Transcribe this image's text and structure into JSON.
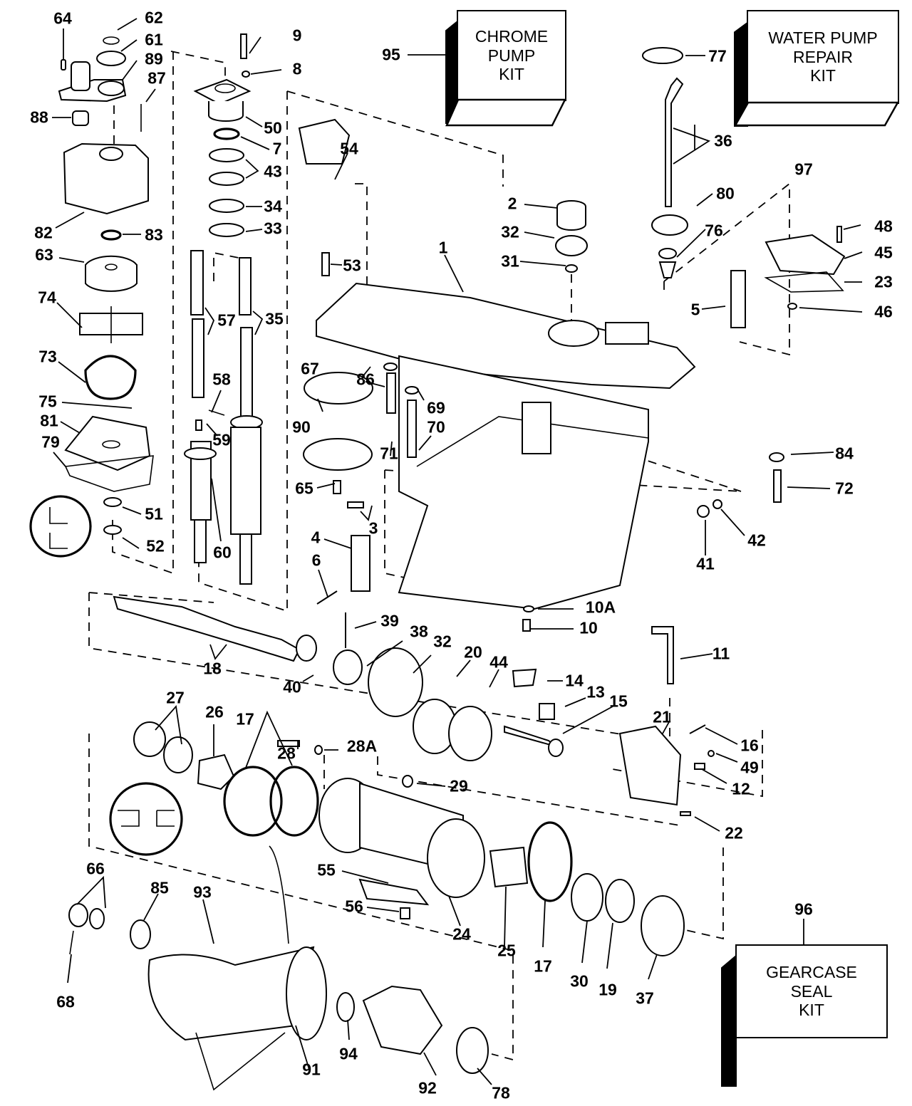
{
  "diagram": {
    "title": "Gearcase exploded parts diagram",
    "kits": [
      {
        "id": "chrome-pump-kit",
        "ref": "95",
        "lines": [
          "CHROME",
          "PUMP",
          "KIT"
        ]
      },
      {
        "id": "water-pump-repair-kit",
        "ref": "97",
        "lines": [
          "WATER PUMP",
          "REPAIR",
          "KIT"
        ]
      },
      {
        "id": "gearcase-seal-kit",
        "ref": "96",
        "lines": [
          "GEARCASE",
          "SEAL",
          "KIT"
        ]
      }
    ],
    "callouts": [
      {
        "id": "64",
        "label": "64"
      },
      {
        "id": "62",
        "label": "62"
      },
      {
        "id": "61",
        "label": "61"
      },
      {
        "id": "89",
        "label": "89"
      },
      {
        "id": "87",
        "label": "87"
      },
      {
        "id": "88",
        "label": "88"
      },
      {
        "id": "82",
        "label": "82"
      },
      {
        "id": "83",
        "label": "83"
      },
      {
        "id": "63",
        "label": "63"
      },
      {
        "id": "74",
        "label": "74"
      },
      {
        "id": "73",
        "label": "73"
      },
      {
        "id": "75",
        "label": "75"
      },
      {
        "id": "81",
        "label": "81"
      },
      {
        "id": "79",
        "label": "79"
      },
      {
        "id": "51",
        "label": "51"
      },
      {
        "id": "52",
        "label": "52"
      },
      {
        "id": "9",
        "label": "9"
      },
      {
        "id": "8",
        "label": "8"
      },
      {
        "id": "50",
        "label": "50"
      },
      {
        "id": "7",
        "label": "7"
      },
      {
        "id": "43",
        "label": "43"
      },
      {
        "id": "34",
        "label": "34"
      },
      {
        "id": "33",
        "label": "33"
      },
      {
        "id": "57",
        "label": "57"
      },
      {
        "id": "35",
        "label": "35"
      },
      {
        "id": "58",
        "label": "58"
      },
      {
        "id": "59",
        "label": "59"
      },
      {
        "id": "60",
        "label": "60"
      },
      {
        "id": "54",
        "label": "54"
      },
      {
        "id": "53",
        "label": "53"
      },
      {
        "id": "1",
        "label": "1"
      },
      {
        "id": "2",
        "label": "2"
      },
      {
        "id": "32a",
        "label": "32"
      },
      {
        "id": "31",
        "label": "31"
      },
      {
        "id": "77",
        "label": "77"
      },
      {
        "id": "36",
        "label": "36"
      },
      {
        "id": "80",
        "label": "80"
      },
      {
        "id": "76",
        "label": "76"
      },
      {
        "id": "48",
        "label": "48"
      },
      {
        "id": "45",
        "label": "45"
      },
      {
        "id": "23",
        "label": "23"
      },
      {
        "id": "46",
        "label": "46"
      },
      {
        "id": "5",
        "label": "5"
      },
      {
        "id": "67",
        "label": "67"
      },
      {
        "id": "86",
        "label": "86"
      },
      {
        "id": "69",
        "label": "69"
      },
      {
        "id": "90",
        "label": "90"
      },
      {
        "id": "70",
        "label": "70"
      },
      {
        "id": "71",
        "label": "71"
      },
      {
        "id": "65",
        "label": "65"
      },
      {
        "id": "3",
        "label": "3"
      },
      {
        "id": "4",
        "label": "4"
      },
      {
        "id": "6",
        "label": "6"
      },
      {
        "id": "84",
        "label": "84"
      },
      {
        "id": "72",
        "label": "72"
      },
      {
        "id": "41",
        "label": "41"
      },
      {
        "id": "42",
        "label": "42"
      },
      {
        "id": "10A",
        "label": "10A"
      },
      {
        "id": "10",
        "label": "10"
      },
      {
        "id": "39",
        "label": "39"
      },
      {
        "id": "38",
        "label": "38"
      },
      {
        "id": "32b",
        "label": "32"
      },
      {
        "id": "20",
        "label": "20"
      },
      {
        "id": "44",
        "label": "44"
      },
      {
        "id": "18",
        "label": "18"
      },
      {
        "id": "40",
        "label": "40"
      },
      {
        "id": "14",
        "label": "14"
      },
      {
        "id": "13",
        "label": "13"
      },
      {
        "id": "15",
        "label": "15"
      },
      {
        "id": "11",
        "label": "11"
      },
      {
        "id": "21",
        "label": "21"
      },
      {
        "id": "16",
        "label": "16"
      },
      {
        "id": "49",
        "label": "49"
      },
      {
        "id": "12",
        "label": "12"
      },
      {
        "id": "22",
        "label": "22"
      },
      {
        "id": "27",
        "label": "27"
      },
      {
        "id": "26",
        "label": "26"
      },
      {
        "id": "17a",
        "label": "17"
      },
      {
        "id": "28",
        "label": "28"
      },
      {
        "id": "28A",
        "label": "28A"
      },
      {
        "id": "29",
        "label": "29"
      },
      {
        "id": "55",
        "label": "55"
      },
      {
        "id": "56",
        "label": "56"
      },
      {
        "id": "24",
        "label": "24"
      },
      {
        "id": "25",
        "label": "25"
      },
      {
        "id": "17b",
        "label": "17"
      },
      {
        "id": "30",
        "label": "30"
      },
      {
        "id": "19",
        "label": "19"
      },
      {
        "id": "37",
        "label": "37"
      },
      {
        "id": "66",
        "label": "66"
      },
      {
        "id": "85",
        "label": "85"
      },
      {
        "id": "93",
        "label": "93"
      },
      {
        "id": "68",
        "label": "68"
      },
      {
        "id": "91",
        "label": "91"
      },
      {
        "id": "94",
        "label": "94"
      },
      {
        "id": "92",
        "label": "92"
      },
      {
        "id": "78",
        "label": "78"
      },
      {
        "id": "95",
        "label": "95"
      },
      {
        "id": "97",
        "label": "97"
      },
      {
        "id": "96",
        "label": "96"
      }
    ]
  }
}
